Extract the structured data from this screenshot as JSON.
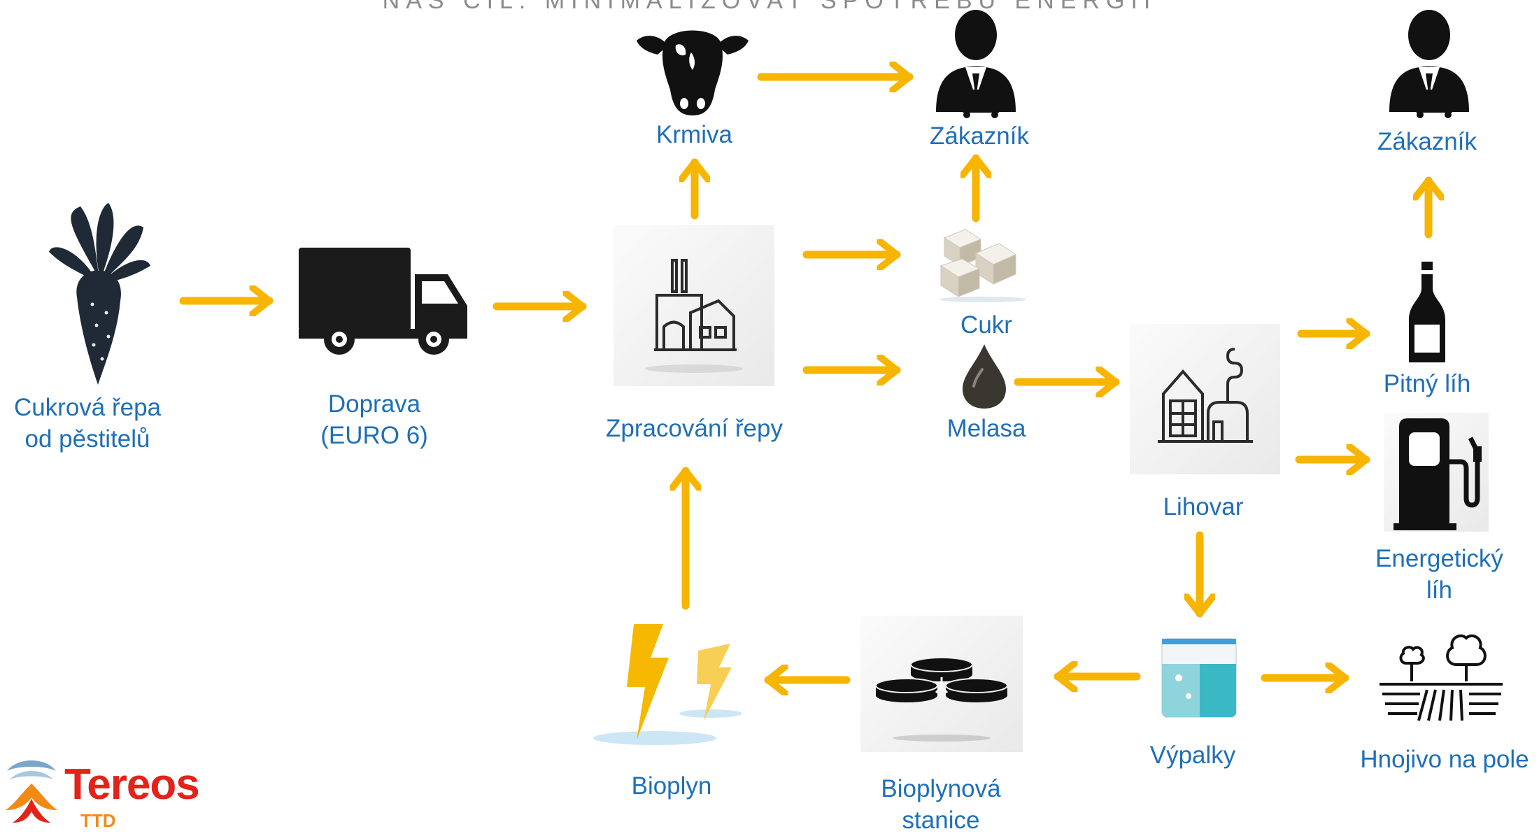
{
  "banner": "NÁŠ CÍL: MINIMALIZOVAT SPOTŘEBU ENERGIÍ",
  "nodes": {
    "beet": "Cukrová řepa\nod pěstitelů",
    "truck": "Doprava\n(EURO 6)",
    "processing": "Zpracování řepy",
    "feed": "Krmiva",
    "customer1": "Zákazník",
    "sugar": "Cukr",
    "molasses": "Melasa",
    "distillery": "Lihovar",
    "drinking_spirit": "Pitný líh",
    "customer2": "Zákazník",
    "energy_spirit": "Energetický\nlíh",
    "stillage": "Výpalky",
    "fertilizer": "Hnojivo na pole",
    "biogas_station": "Bioplynová\nstanice",
    "biogas": "Bioplyn"
  },
  "logo": {
    "name": "Tereos",
    "sub": "TTD"
  },
  "colors": {
    "arrow": "#f7b500",
    "label": "#1f6fb8",
    "icon": "#1b1b1b",
    "logo_red": "#e2231a"
  }
}
